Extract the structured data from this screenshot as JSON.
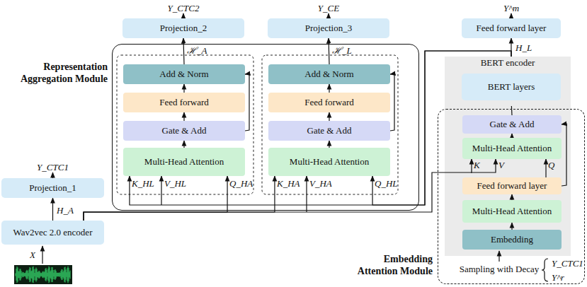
{
  "diagram": {
    "nodes": [
      {
        "text": [
          "Projection_1"
        ]
      },
      {
        "text": [
          "Wav2vec 2.0 encoder"
        ]
      },
      {
        "text": [
          "Projection_2"
        ]
      },
      {
        "text": [
          "Projection_3"
        ]
      },
      {
        "text": [
          "Representation Aggregation Module"
        ]
      },
      {
        "text": [
          "Add & Norm"
        ],
        "in": 4
      },
      {
        "text": [
          "Feed forward"
        ],
        "in": 4
      },
      {
        "text": [
          "Gate & Add"
        ],
        "in": 4
      },
      {
        "text": [
          "Multi-Head Attention"
        ],
        "in": 4
      },
      {
        "text": [
          "Add & Norm"
        ],
        "in": 4
      },
      {
        "text": [
          "Feed forward"
        ],
        "in": 4
      },
      {
        "text": [
          "Gate & Add"
        ],
        "in": 4
      },
      {
        "text": [
          "Multi-Head Attention"
        ],
        "in": 4
      },
      {
        "text": [
          "Feed forward layer"
        ]
      },
      {
        "text": [
          "BERT encoder"
        ]
      },
      {
        "text": [
          "BERT layers"
        ],
        "in": 14
      },
      {
        "text": [
          "Embedding Attention Module"
        ]
      },
      {
        "text": [
          "Gate & Add"
        ],
        "in": 16
      },
      {
        "text": [
          "Multi-Head Attention"
        ],
        "in": 16
      },
      {
        "text": [
          "Feed forward layer"
        ],
        "in": 16
      },
      {
        "text": [
          "Multi-Head Attention"
        ],
        "in": 16
      },
      {
        "text": [
          "Embedding"
        ],
        "in": 16
      }
    ],
    "edges": [
      {
        "from": 1,
        "to": 0,
        "arrow": "to"
      },
      {
        "from": 5,
        "to": 2,
        "arrow": "to"
      },
      {
        "from": 9,
        "to": 3,
        "arrow": "to"
      },
      {
        "from": 8,
        "to": 7,
        "arrow": "to"
      },
      {
        "from": 7,
        "to": 6,
        "arrow": "to"
      },
      {
        "from": 6,
        "to": 5,
        "arrow": "to"
      },
      {
        "from": 7,
        "to": 5,
        "arrow": "to"
      },
      {
        "from": 12,
        "to": 11,
        "arrow": "to"
      },
      {
        "from": 11,
        "to": 10,
        "arrow": "to"
      },
      {
        "from": 10,
        "to": 9,
        "arrow": "to"
      },
      {
        "from": 11,
        "to": 9,
        "arrow": "to"
      },
      {
        "from": 14,
        "to": 13,
        "arrow": "to"
      },
      {
        "from": 17,
        "to": 15,
        "arrow": "to"
      },
      {
        "from": 18,
        "to": 17,
        "arrow": "to"
      },
      {
        "from": 19,
        "to": 18,
        "arrow": "to"
      },
      {
        "from": 19,
        "to": 17,
        "arrow": "to"
      },
      {
        "from": 20,
        "to": 19,
        "arrow": "to"
      },
      {
        "from": 21,
        "to": 20,
        "arrow": "to"
      },
      {
        "from": 1,
        "to": 8,
        "arrow": "to"
      },
      {
        "from": 1,
        "to": 12,
        "arrow": "to"
      },
      {
        "from": 1,
        "to": 18,
        "arrow": "to"
      },
      {
        "from": 14,
        "to": 8,
        "arrow": "to"
      },
      {
        "from": 14,
        "to": 12,
        "arrow": "to"
      }
    ],
    "labels": [
      "Y_CTC1",
      "H_A",
      "X",
      "Y_CTC2",
      "ℋ_A",
      "Y_CE",
      "ℋ_L",
      "K_HL",
      "V_HL",
      "Q_HA",
      "K_HA",
      "V_HA",
      "Q_HL",
      "Y^m",
      "H_L",
      "K",
      "V",
      "Q",
      "Sampling with Decay",
      "Y_CTC1",
      "Y^r"
    ]
  }
}
